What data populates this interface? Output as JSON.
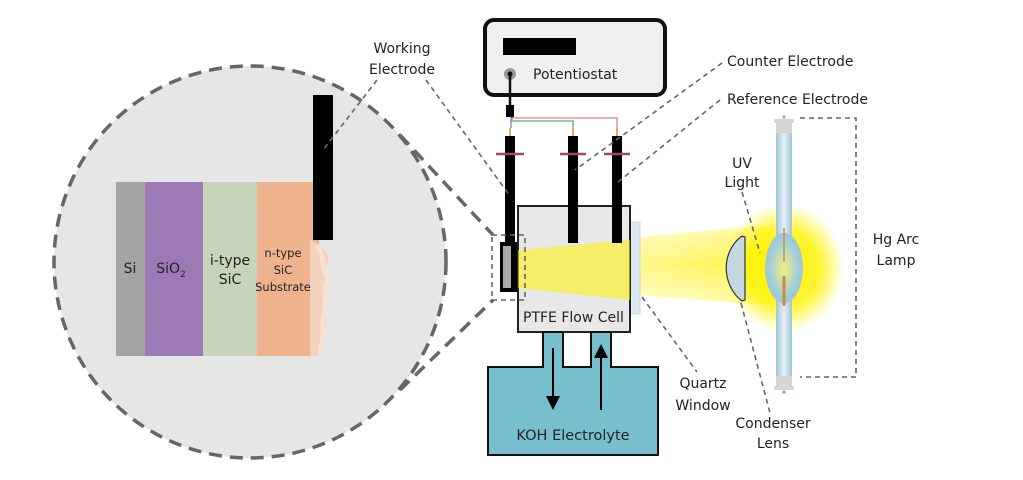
{
  "diagram": {
    "title": "Photoelectrochemical etching setup",
    "colors": {
      "magnifier_bg": "#e6e6e6",
      "si": "#a4a3a6",
      "sio2": "#9c7ab6",
      "i_sic": "#c7d4bc",
      "n_sic": "#eeb38c",
      "electrolyte": "#77bfcf",
      "cell_bg": "#e8e8e8",
      "uv_light": "#fff200",
      "lens": "#c5d8e0",
      "lamp_tube": "#b7d3e2",
      "wire_red": "#e08080",
      "wire_green": "#5aaa7a",
      "wire_blue": "#7a84c8",
      "seal": "#a54a55"
    },
    "labels": {
      "potentiostat": "Potentiostat",
      "working_electrode_1": "Working",
      "working_electrode_2": "Electrode",
      "counter_electrode": "Counter Electrode",
      "reference_electrode": "Reference Electrode",
      "uv_light_1": "UV",
      "uv_light_2": "Light",
      "hg_lamp_1": "Hg Arc",
      "hg_lamp_2": "Lamp",
      "flow_cell": "PTFE Flow Cell",
      "quartz_1": "Quartz",
      "quartz_2": "Window",
      "condenser_1": "Condenser",
      "condenser_2": "Lens",
      "electrolyte": "KOH Electrolyte"
    },
    "layers": [
      {
        "name": "si",
        "label": "Si"
      },
      {
        "name": "sio2",
        "label": "SiO",
        "sub": "2"
      },
      {
        "name": "i-sic",
        "label_1": "i-type",
        "label_2": "SiC"
      },
      {
        "name": "n-sic",
        "label_1": "n-type",
        "label_2": "SiC",
        "label_3": "Substrate"
      }
    ]
  }
}
